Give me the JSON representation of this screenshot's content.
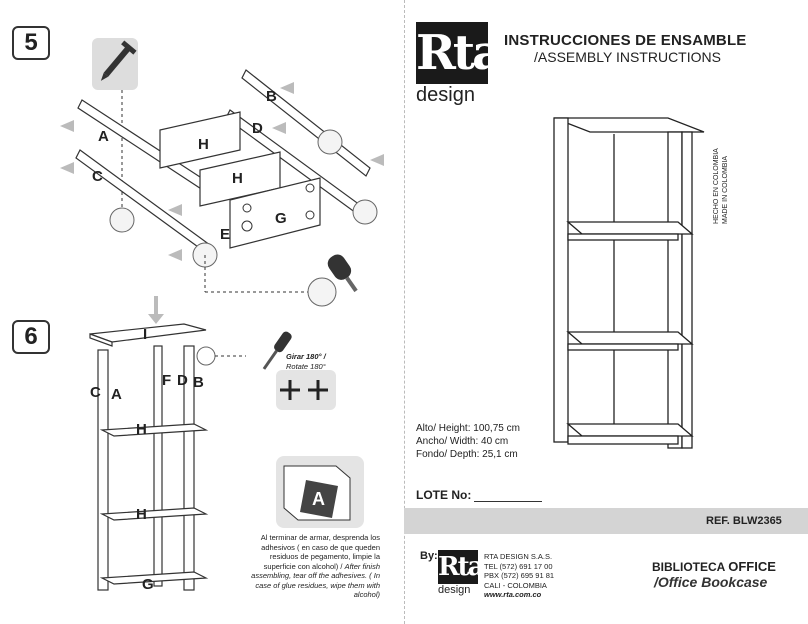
{
  "steps": {
    "step5": "5",
    "step6": "6"
  },
  "step5_labels": {
    "a": "A",
    "b": "B",
    "c": "C",
    "d": "D",
    "e": "E",
    "g": "G",
    "h1": "H",
    "h2": "H"
  },
  "step6_labels": {
    "i": "I",
    "c": "C",
    "a": "A",
    "f": "F",
    "d": "D",
    "b": "B",
    "h1": "H",
    "h2": "H",
    "g": "G"
  },
  "rotate": {
    "es": "Girar 180° /",
    "en": "Rotate 180°"
  },
  "sticker_letter": "A",
  "note": {
    "es": "Al terminar de armar, desprenda los adhesivos ( en caso de que queden residuos de pegamento, limpie la superficie con alcohol) /",
    "en": "After finish assembling, tear off the adhesives. ( In case of glue residues, wipe them with alcohol)"
  },
  "brand": {
    "logo_text": "Rta",
    "logo_sub": "design"
  },
  "header": {
    "title_es": "INSTRUCCIONES DE ENSAMBLE",
    "title_en": "/ASSEMBLY INSTRUCTIONS"
  },
  "made_in": {
    "line1": "HECHO EN COLOMBIA",
    "line2": "MADE IN COLOMBIA"
  },
  "dimensions": {
    "height": "Alto/ Height: 100,75 cm",
    "width": "Ancho/ Width: 40 cm",
    "depth": "Fondo/ Depth: 25,1 cm"
  },
  "lote": {
    "label": "LOTE No:"
  },
  "ref": {
    "label": "REF. BLW2365"
  },
  "by": {
    "label": "By:",
    "company": "RTA DESIGN S.A.S.",
    "tel": "TEL (572) 691 17 00",
    "pbx": "PBX (572) 695 91 81",
    "city": "CALI - COLOMBIA",
    "web": "www.rta.com.co"
  },
  "product": {
    "es_prefix": "BIBLIOTECA ",
    "es_name": "OFFICE",
    "en": "/Office Bookcase"
  }
}
